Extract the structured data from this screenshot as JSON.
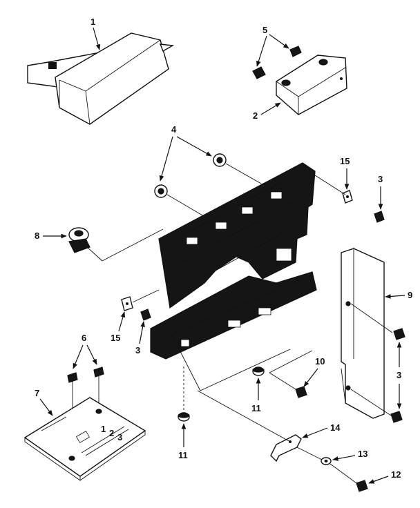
{
  "callouts": {
    "c1": "1",
    "c2": "2",
    "c3a": "3",
    "c3b": "3",
    "c3c": "3",
    "c4": "4",
    "c5": "5",
    "c6a": "6",
    "c6b": "6",
    "c7": "7",
    "c8": "8",
    "c9": "9",
    "c10": "10",
    "c11a": "11",
    "c11b": "11",
    "c12": "12",
    "c13": "13",
    "c14": "14",
    "c15a": "15",
    "c15b": "15"
  },
  "plate_marks": {
    "m1": "1",
    "m2": "2",
    "m3": "3"
  }
}
